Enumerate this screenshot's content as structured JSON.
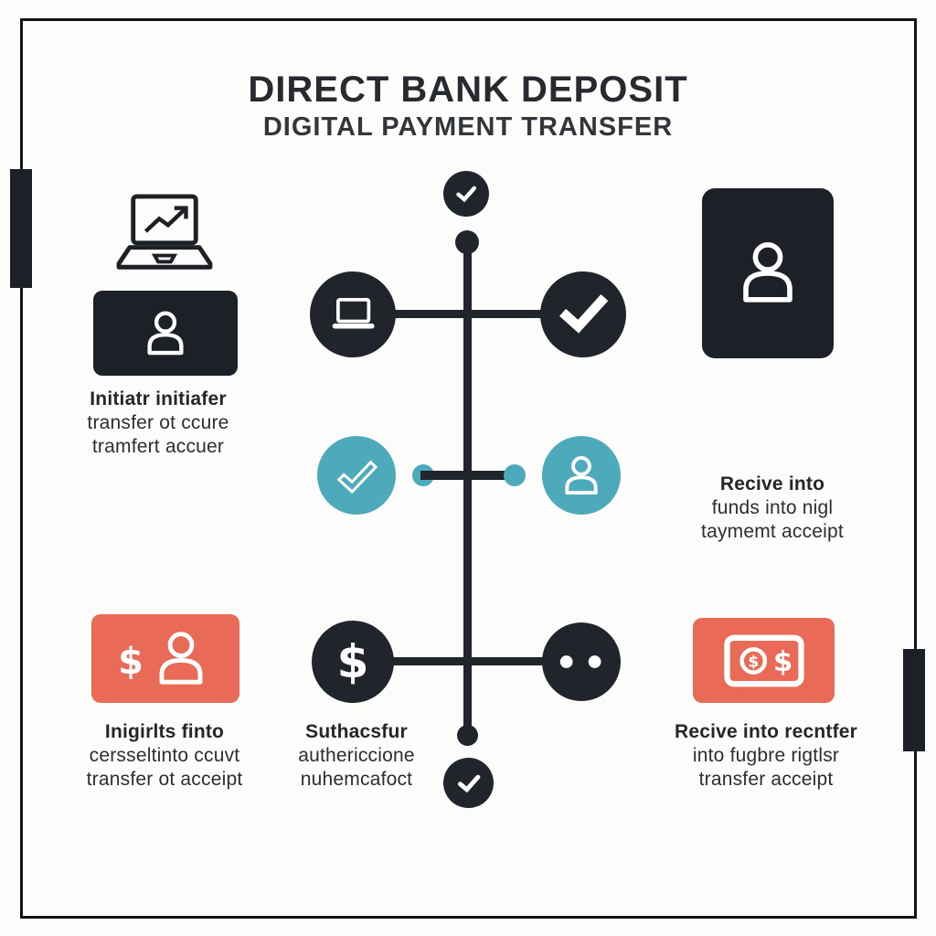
{
  "title": "DIRECT BANK DEPOSIT",
  "subtitle": "DIGITAL PAYMENT TRANSFER",
  "colors": {
    "dark": "#21252b",
    "teal": "#4daaba",
    "orange": "#e96a57",
    "background": "#fcfcfb",
    "frame": "#141414",
    "text": "#2e2e2e"
  },
  "glyphs": {
    "dollar": "$"
  },
  "icons": {
    "laptop_chart": "laptop-with-trend-chart-icon",
    "person": "person-icon",
    "check": "checkmark-icon",
    "laptop": "laptop-icon",
    "dollar": "dollar-icon",
    "banknote": "banknote-icon",
    "dots": "two-dots-icon"
  },
  "steps": {
    "initiator": {
      "lines": [
        "Initiatr initiafer",
        "transfer ot ccure",
        "tramfert accuer"
      ]
    },
    "receive_mid": {
      "lines": [
        "Recive into",
        "funds into nigl",
        "taymemt acceipt"
      ]
    },
    "funds": {
      "lines": [
        "Inigirlts finto",
        "cersseltinto ccuvt",
        "transfer ot acceipt"
      ]
    },
    "authorize": {
      "lines": [
        "Suthacsfur",
        "authericcione",
        "nuhemcafoct"
      ]
    },
    "receive_final": {
      "lines": [
        "Recive into recntfer",
        "into fugbre rigtlsr",
        "transfer acceipt"
      ]
    }
  }
}
